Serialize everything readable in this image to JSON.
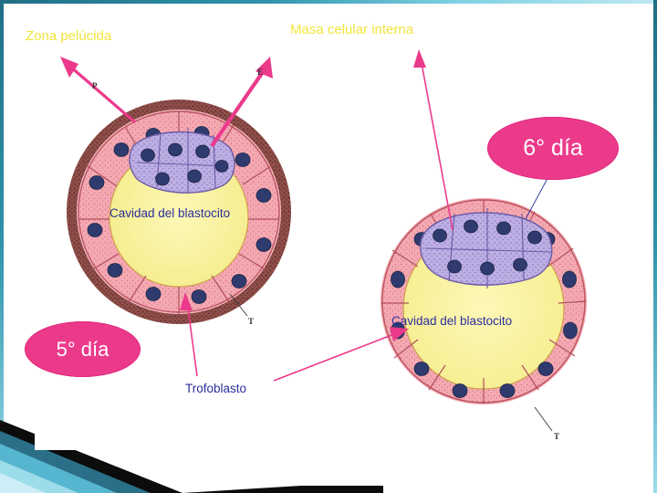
{
  "slide": {
    "background_color": "#ffffff",
    "accent_color": "#ec3a8b",
    "border_color": "#2f93ab",
    "label_yellow_color": "#f2e53d",
    "label_blue_color": "#2b2f9e"
  },
  "labels": {
    "zona_pelucida": "Zona pelúcida",
    "masa_celular_interna": "Masa celular interna",
    "cavidad_blastocito_left": "Cavidad del blastocito",
    "cavidad_blastocito_right": "Cavidad del blastocito",
    "trofoblasto": "Trofoblasto",
    "letter_p": "P",
    "letter_e": "E",
    "letter_t_left": "T",
    "letter_t_right": "T"
  },
  "callouts": [
    {
      "id": "dia5",
      "text": "5° día"
    },
    {
      "id": "dia6",
      "text": "6° día"
    }
  ],
  "diagram": {
    "left_blastocyst": {
      "name": "blastocisto-dia-5",
      "zona_color": "#7a3a35",
      "cell_color": "#f4a9b2",
      "inner_mass_color": "#b9a8e0",
      "cavity_color": "#f7f09a"
    },
    "right_blastocyst": {
      "name": "blastocisto-dia-6",
      "cell_color": "#f4a9b2",
      "inner_mass_color": "#b9a8e0",
      "cavity_color": "#f7f09a"
    }
  }
}
